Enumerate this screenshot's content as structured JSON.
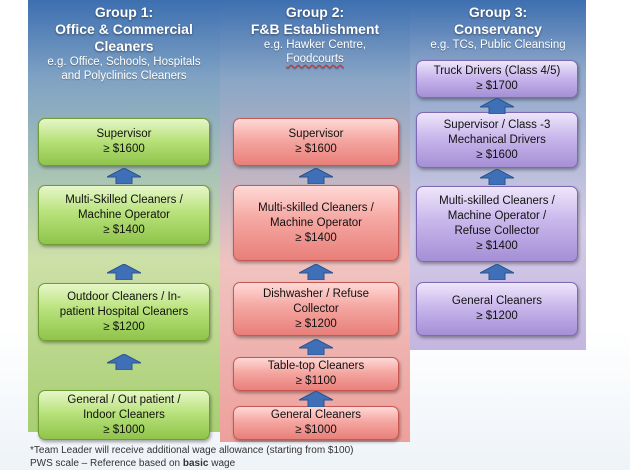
{
  "groups": [
    {
      "title_lines": [
        "Group 1:",
        "Office & Commercial",
        "Cleaners"
      ],
      "example_lines": [
        "e.g. Office, Schools, Hospitals",
        "and  Polyclinics Cleaners"
      ],
      "levels": [
        {
          "lines": [
            "General / Out patient /",
            "Indoor Cleaners",
            "≥ $1000"
          ]
        },
        {
          "lines": [
            "Outdoor Cleaners / In-",
            "patient Hospital Cleaners",
            "≥ $1200"
          ]
        },
        {
          "lines": [
            "Multi-Skilled Cleaners /",
            "Machine Operator",
            "≥ $1400"
          ]
        },
        {
          "lines": [
            "Supervisor",
            "≥ $1600"
          ]
        }
      ]
    },
    {
      "title_lines": [
        "Group 2:",
        "F&B Establishment"
      ],
      "example_lines": [
        "e.g. Hawker Centre,",
        "Foodcourts"
      ],
      "levels": [
        {
          "lines": [
            "General Cleaners",
            "≥ $1000"
          ]
        },
        {
          "lines": [
            "Table-top Cleaners",
            "≥ $1100"
          ]
        },
        {
          "lines": [
            "Dishwasher / Refuse",
            "Collector",
            "≥ $1200"
          ]
        },
        {
          "lines": [
            "Multi-skilled Cleaners /",
            "Machine Operator",
            "≥ $1400"
          ]
        },
        {
          "lines": [
            "Supervisor",
            "≥  $1600"
          ]
        }
      ]
    },
    {
      "title_lines": [
        "Group 3:",
        "Conservancy"
      ],
      "example_lines": [
        "e.g. TCs, Public Cleansing"
      ],
      "levels": [
        {
          "lines": [
            "General Cleaners",
            "≥ $1200"
          ]
        },
        {
          "lines": [
            "Multi-skilled Cleaners /",
            "Machine Operator /",
            "Refuse Collector",
            "≥ $1400"
          ]
        },
        {
          "lines": [
            "Supervisor / Class -3",
            "Mechanical Drivers",
            "≥ $1600"
          ]
        },
        {
          "lines": [
            "Truck Drivers (Class 4/5)",
            "≥ $1700"
          ]
        }
      ]
    }
  ],
  "footnotes": {
    "team_leader": "*Team Leader will receive additional wage allowance (starting from $100)",
    "pws_prefix": "PWS scale – Reference based on ",
    "pws_bold": "basic",
    "pws_suffix": " wage"
  },
  "colors": {
    "arrow": "#3f6fb6",
    "arrow_edge": "#2b548f"
  }
}
